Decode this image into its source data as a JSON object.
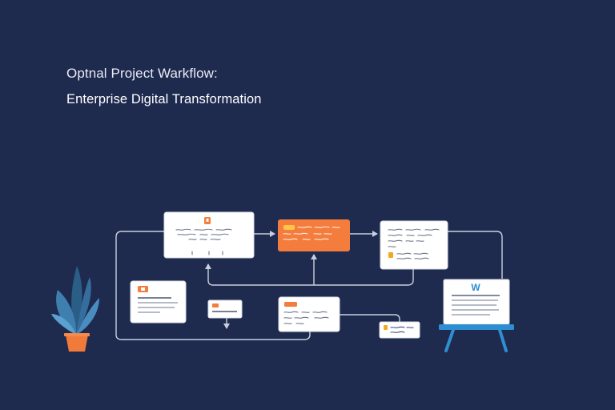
{
  "diagram": {
    "title": "Optnal Project Warkflow:",
    "subtitle": "Enterprise Digital Transformation",
    "board_logo": "W"
  },
  "colors": {
    "background": "#1f2a4f",
    "card": "#ffffff",
    "accent": "#f47c3c",
    "connector": "#c9cfdd",
    "board": "#2e8fd0",
    "plant": "#3f7fb0",
    "pot": "#f07a3a"
  },
  "icons": {
    "plant": "potted-plant-icon",
    "board": "presentation-board-icon"
  }
}
